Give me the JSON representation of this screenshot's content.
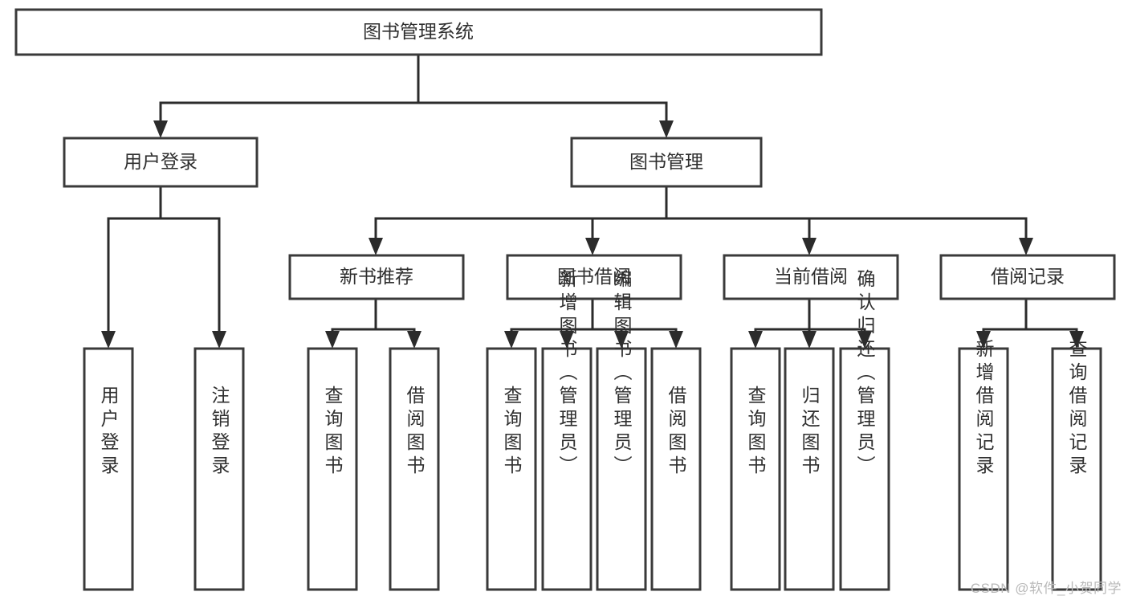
{
  "diagram": {
    "title": "图书管理系统",
    "root": {
      "label": "图书管理系统"
    },
    "level2": [
      {
        "label": "用户登录"
      },
      {
        "label": "图书管理"
      }
    ],
    "level3": [
      {
        "label": "新书推荐"
      },
      {
        "label": "图书借阅"
      },
      {
        "label": "当前借阅"
      },
      {
        "label": "借阅记录"
      }
    ],
    "leaves": {
      "user_login": [
        {
          "label": "用户登录"
        },
        {
          "label": "注销登录"
        }
      ],
      "new_book_recommend": [
        {
          "label": "查询图书"
        },
        {
          "label": "借阅图书"
        }
      ],
      "book_borrow": [
        {
          "label": "查询图书"
        },
        {
          "label": "新增图书（管理员）"
        },
        {
          "label": "编辑图书（管理员）"
        },
        {
          "label": "借阅图书"
        }
      ],
      "current_borrow": [
        {
          "label": "查询图书"
        },
        {
          "label": "归还图书"
        },
        {
          "label": "确认归还（管理员）"
        }
      ],
      "borrow_record": [
        {
          "label": "新增借阅记录"
        },
        {
          "label": "查询借阅记录"
        }
      ]
    }
  },
  "watermark": {
    "text": "CSDN @软件_小贺同学"
  },
  "colors": {
    "box_stroke": "#3a3a3a",
    "connector": "#2b2b2b",
    "text": "#2f2f2f",
    "background": "#ffffff",
    "watermark": "#b9b9b9"
  }
}
